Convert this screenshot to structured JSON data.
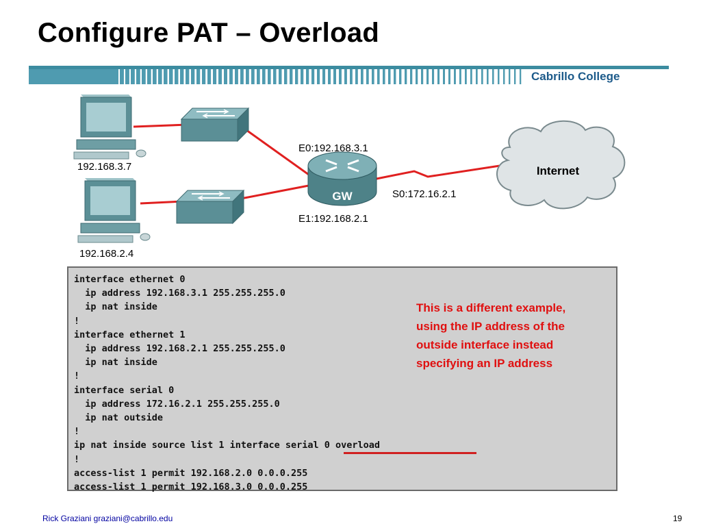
{
  "title": "Configure PAT – Overload",
  "college": "Cabrillo College",
  "network": {
    "hosts": [
      {
        "ip": "192.168.3.7"
      },
      {
        "ip": "192.168.2.4"
      }
    ],
    "router": {
      "name": "GW",
      "e0": "E0:192.168.3.1",
      "e1": "E1:192.168.2.1",
      "s0": "S0:172.16.2.1"
    },
    "cloud": "Internet"
  },
  "config_lines": [
    "interface ethernet 0",
    "  ip address 192.168.3.1 255.255.255.0",
    "  ip nat inside",
    "!",
    "interface ethernet 1",
    "  ip address 192.168.2.1 255.255.255.0",
    "  ip nat inside",
    "!",
    "interface serial 0",
    "  ip address 172.16.2.1 255.255.255.0",
    "  ip nat outside",
    "!",
    "ip nat inside source list 1 interface serial 0 overload",
    "!",
    "access-list 1 permit 192.168.2.0 0.0.0.255",
    "access-list 1 permit 192.168.3.0 0.0.0.255"
  ],
  "note": "This is a different example, using the IP address of the outside interface instead specifying an IP address",
  "footer": {
    "author": "Rick Graziani  graziani@cabrillo.edu",
    "page": "19"
  },
  "colors": {
    "link": "#e02020",
    "device": "#5b8f96",
    "note": "#e01010",
    "banner": "#1c5a8a"
  }
}
